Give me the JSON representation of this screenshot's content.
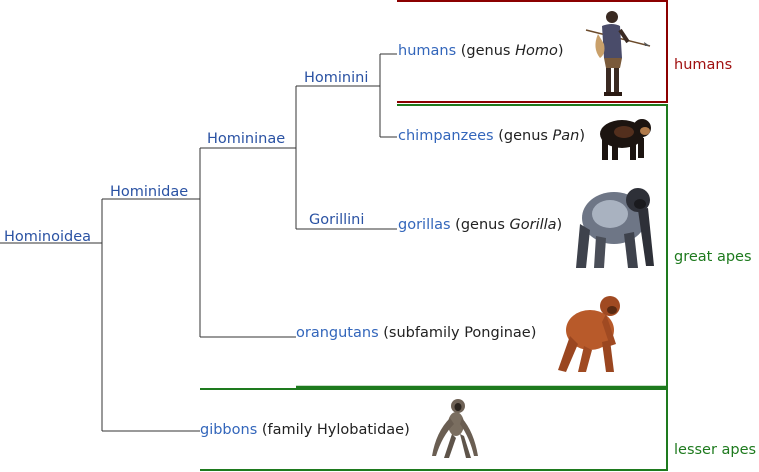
{
  "nodes": {
    "hominoidea": "Hominoidea",
    "hominidae": "Hominidae",
    "homininae": "Homininae",
    "hominini": "Hominini",
    "gorillini": "Gorillini"
  },
  "leaves": {
    "humans": {
      "link": "humans",
      "pre": " (genus ",
      "genus": "Homo",
      "post": ")"
    },
    "chimps": {
      "link": "chimpanzees",
      "pre": " (genus ",
      "genus": "Pan",
      "post": ")"
    },
    "gorillas": {
      "link": "gorillas",
      "pre": " (genus ",
      "genus": "Gorilla",
      "post": ")"
    },
    "orangutans": {
      "link": "orangutans",
      "rest": " (subfamily Ponginae)"
    },
    "gibbons": {
      "link": "gibbons",
      "rest": " (family Hylobatidae)"
    }
  },
  "groups": {
    "humans": "humans",
    "great_apes": "great apes",
    "lesser_apes": "lesser apes"
  },
  "colors": {
    "line": "#333333",
    "humans_box": "#8b0000",
    "apes_box": "#1e7a1e",
    "link": "#3366bb"
  },
  "icons": [
    "human-figure-icon",
    "chimpanzee-icon",
    "gorilla-icon",
    "orangutan-icon",
    "gibbon-icon"
  ]
}
